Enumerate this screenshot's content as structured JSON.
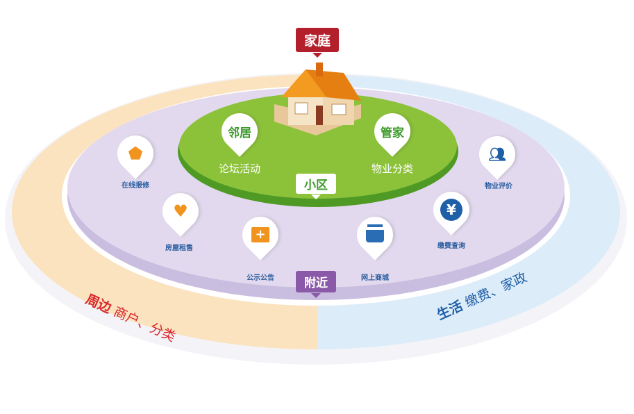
{
  "colors": {
    "home": "#b3202c",
    "community": "#7cb82f",
    "nearby": "#8a5aa8",
    "left_ring": "#fbe3bf",
    "right_ring": "#dcecf8",
    "purple": "#e0d6ec",
    "label_blue": "#2a5d9f",
    "orange": "#f0941e"
  },
  "tags": {
    "home": "家庭",
    "community": "小区",
    "nearby": "附近"
  },
  "community_pins": [
    {
      "title": "邻居",
      "label": "论坛活动"
    },
    {
      "title": "管家",
      "label": "物业分类"
    }
  ],
  "nearby_pins": [
    {
      "label": "在线报修",
      "icon": "repair-icon"
    },
    {
      "label": "房屋租售",
      "icon": "heart-hands-icon"
    },
    {
      "label": "公示公告",
      "icon": "first-aid-kit-icon"
    },
    {
      "label": "网上商城",
      "icon": "shopping-basket-icon"
    },
    {
      "label": "缴费查询",
      "icon": "yen-icon"
    },
    {
      "label": "物业评价",
      "icon": "users-icon"
    }
  ],
  "ring": {
    "left_title": "周边",
    "left_text": "商户、分类",
    "right_title": "生活",
    "right_text": "缴费、家政"
  }
}
